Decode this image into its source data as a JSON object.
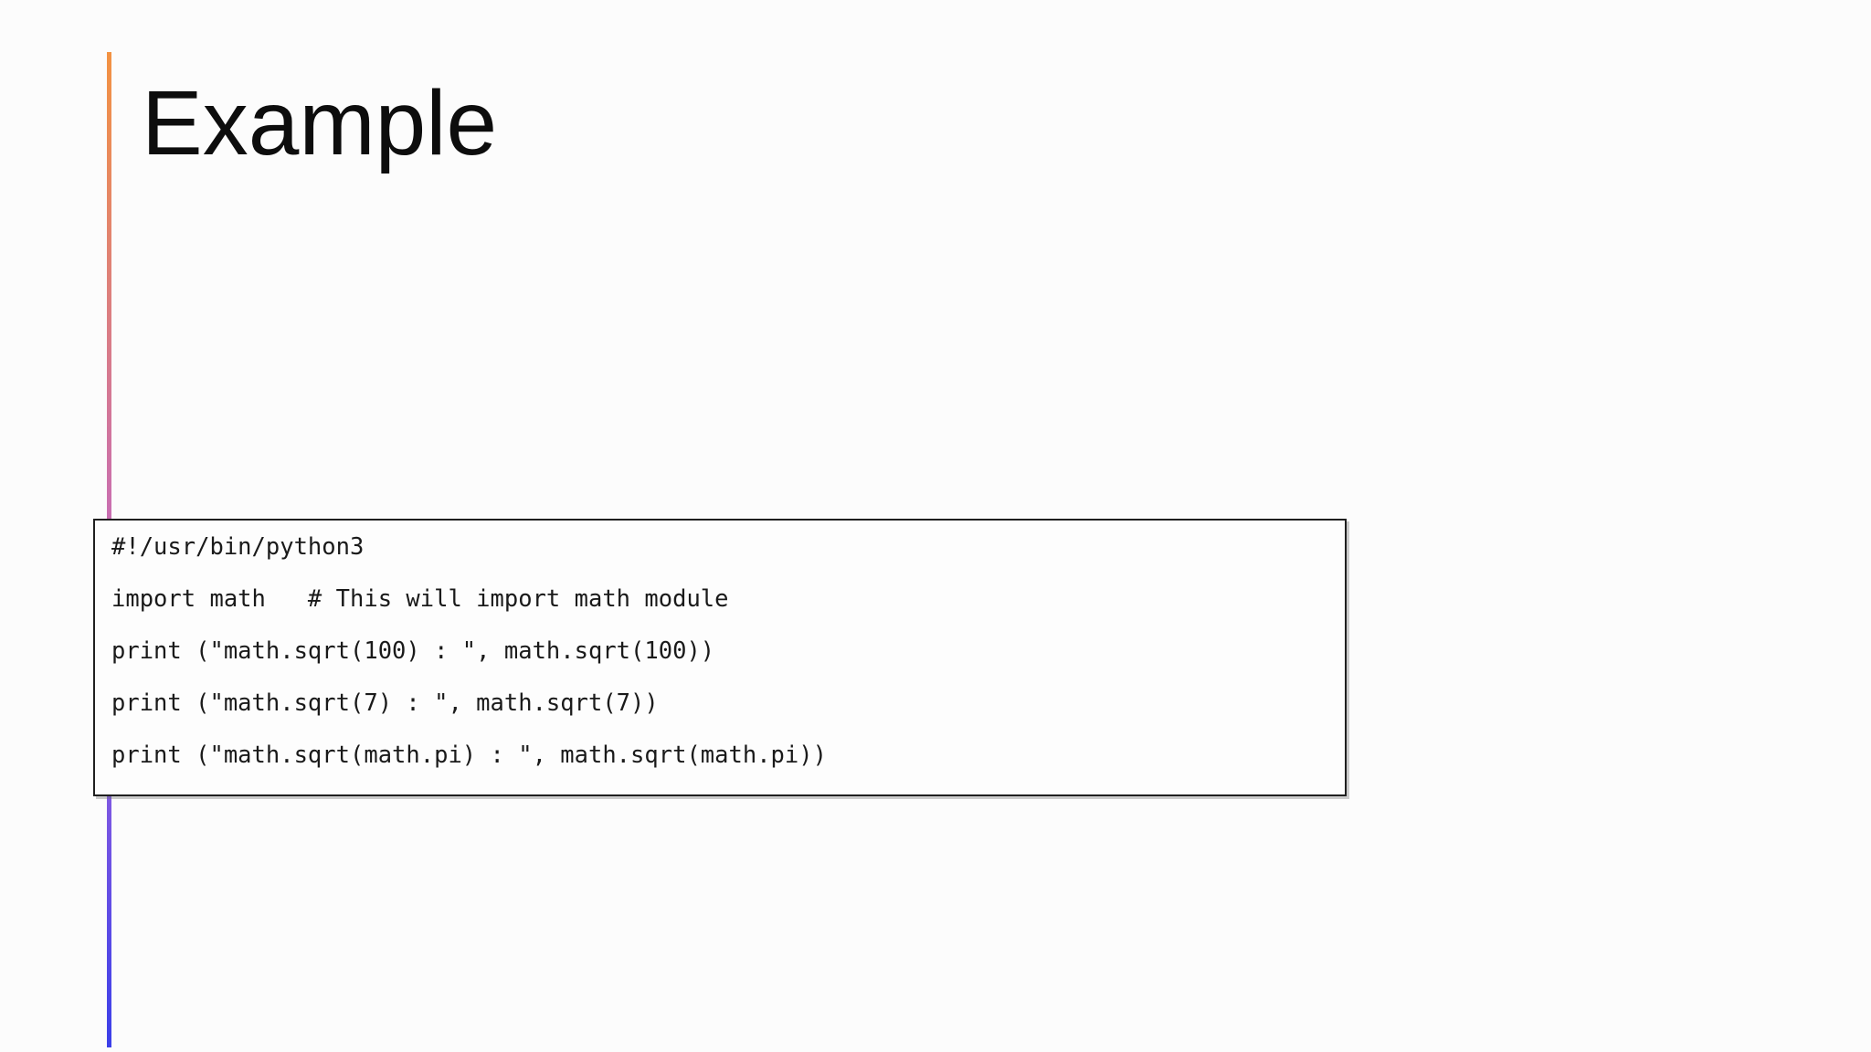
{
  "slide": {
    "title": "Example",
    "accent_line": {
      "top_color": "#F39242",
      "mid_color": "#CA6FB0",
      "purple_color": "#7E58E2",
      "bottom_color": "#3B3FE9"
    },
    "code_block": {
      "border_color": "#1f1f1f",
      "text_color": "#1a1a1a",
      "lines": [
        "#!/usr/bin/python3",
        "import math   # This will import math module",
        "print (\"math.sqrt(100) : \", math.sqrt(100))",
        "print (\"math.sqrt(7) : \", math.sqrt(7))",
        "print (\"math.sqrt(math.pi) : \", math.sqrt(math.pi))"
      ]
    }
  }
}
